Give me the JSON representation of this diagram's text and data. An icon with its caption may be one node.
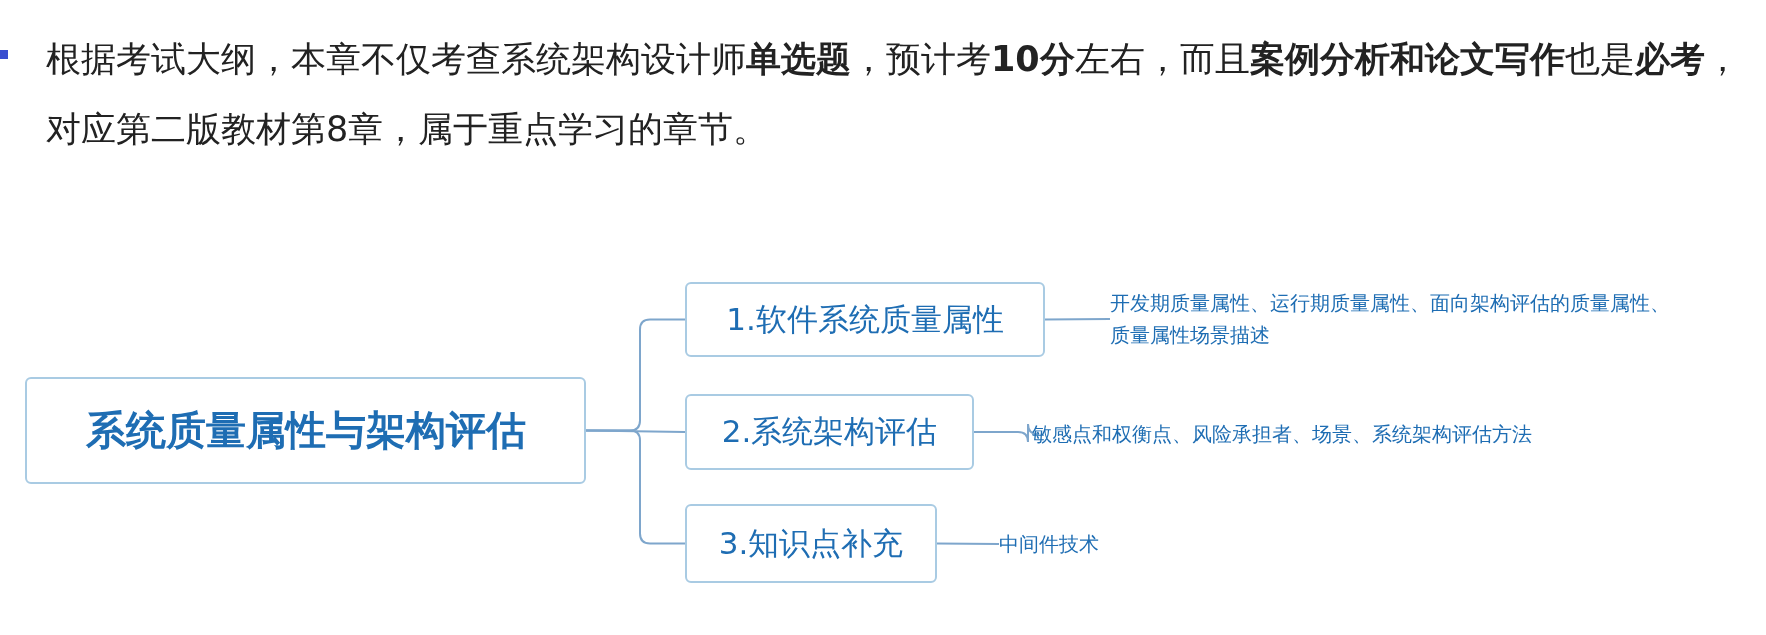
{
  "diagram": {
    "nodes": [
      {
        "text": [
          "系统质量属性与架构评估"
        ]
      },
      {
        "text": [
          "1.软件系统质量属性"
        ]
      },
      {
        "text": [
          "2.系统架构评估"
        ]
      },
      {
        "text": [
          "3.知识点补充"
        ]
      },
      {
        "text": [
          "开发期质量属性、运行期质量属性、面向架构评估的质量属性、质量属性场景描述"
        ]
      },
      {
        "text": [
          "敏感点和权衡点、风险承担者、场景、系统架构评估方法"
        ]
      },
      {
        "text": [
          "中间件技术"
        ]
      }
    ],
    "edges": [
      {
        "from": 0,
        "to": 1,
        "arrow": "none"
      },
      {
        "from": 0,
        "to": 2,
        "arrow": "none"
      },
      {
        "from": 0,
        "to": 3,
        "arrow": "none"
      },
      {
        "from": 1,
        "to": 4,
        "arrow": "none"
      },
      {
        "from": 2,
        "to": 5,
        "arrow": "none"
      },
      {
        "from": 3,
        "to": 6,
        "arrow": "none"
      }
    ],
    "labels": [
      "根据考试大纲，本章不仅考查系统架构设计师**单选题**，预计考**10分**左右，而且**案例分析和论文写作**也是**必考**，对应第二版教材第8章，属于重点学习的章节。"
    ]
  }
}
